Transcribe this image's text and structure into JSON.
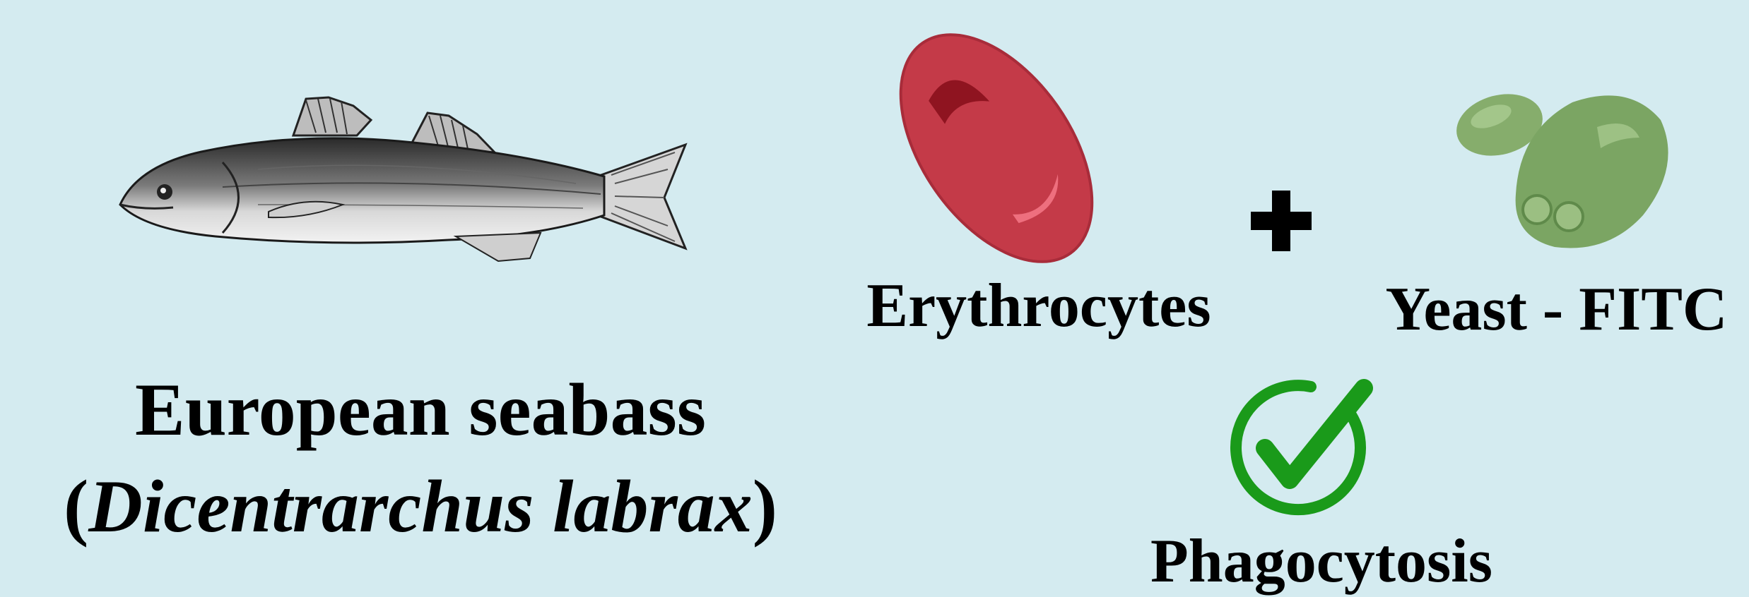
{
  "organism": {
    "common_name": "European seabass",
    "scientific_open": "(",
    "scientific_name": "Dicentrarchus labrax",
    "scientific_close": ")",
    "icon": "fish-icon"
  },
  "cells": {
    "erythrocytes_label": "Erythrocytes",
    "erythrocyte_icon": "red-blood-cell-icon",
    "plus_icon": "plus-icon",
    "yeast_label": "Yeast - FITC",
    "yeast_icon": "yeast-cell-icon"
  },
  "result": {
    "label": "Phagocytosis",
    "icon": "checkmark-circle-icon"
  },
  "colors": {
    "background": "#d4ebf0",
    "erythrocyte": "#c43a48",
    "yeast": "#7ba563",
    "check": "#1a9a1a"
  }
}
